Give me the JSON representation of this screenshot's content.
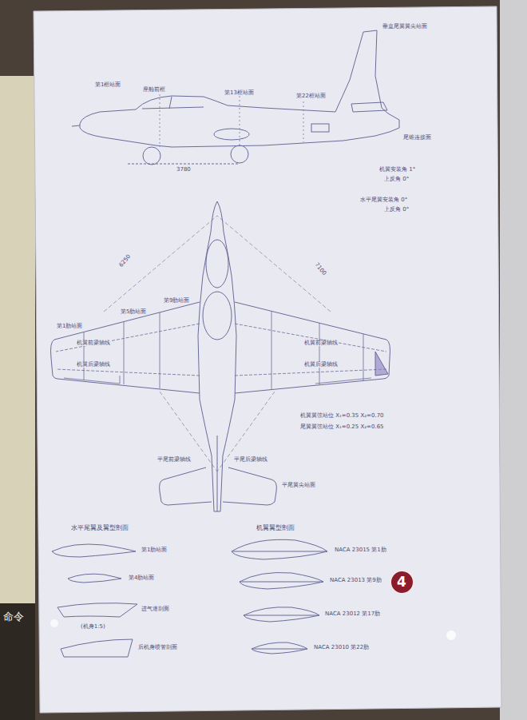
{
  "diagram": {
    "nodes": [
      {
        "text": [
          "4"
        ]
      }
    ],
    "labels": [
      "垂直尾翼翼尖站面",
      "第1框站面",
      "座舱前框",
      "第13框站面",
      "第22框站面",
      "尾锥连接面",
      "3780",
      "6250",
      "7100",
      "机翼安装角 1°",
      "上反角 0°",
      "水平尾翼安装角 0°",
      "上反角 0°",
      "第1肋站面",
      "第5肋站面",
      "第9肋站面",
      "机翼前梁轴线",
      "机翼后梁轴线",
      "机翼前梁轴线",
      "机翼后梁轴线",
      "机翼翼弦站位 X₁=0.35 X₂=0.70",
      "尾翼翼弦站位 X₁=0.25 X₂=0.65",
      "平尾前梁轴线",
      "平尾后梁轴线",
      "平尾翼尖站面",
      "水平尾翼及翼型剖面",
      "机翼翼型剖面",
      "第1肋站面",
      "第4肋站面",
      "进气道剖面",
      "后机身喷管剖面",
      "(机身1:5)",
      "NACA 23015 第1肋",
      "NACA 23013 第9肋",
      "NACA 23012 第17肋",
      "NACA 23010 第22肋",
      "命令"
    ]
  }
}
